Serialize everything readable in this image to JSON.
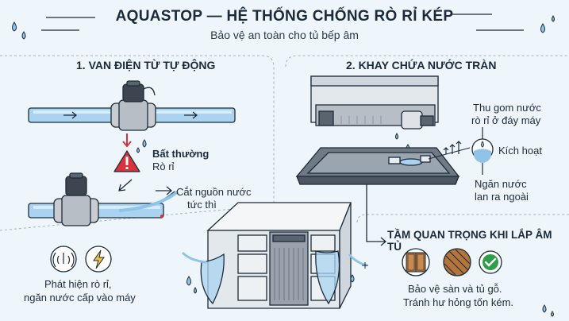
{
  "header": {
    "title": "AQUASTOP — HỆ THỐNG CHỐNG RÒ RỈ KÉP",
    "subtitle": "Bảo vệ an toàn cho tủ bếp âm"
  },
  "valve_section": {
    "title": "1. VAN ĐIỆN TỪ TỰ ĐỘNG",
    "alert_title": "Bất thường",
    "alert_sub": "Rò rỉ",
    "cutoff_line1": "Cắt nguồn nước",
    "cutoff_line2": "tức thì",
    "detect_line1": "Phát hiện rò rỉ,",
    "detect_line2": "ngăn nước cấp vào máy"
  },
  "tray_section": {
    "title": "2. KHAY CHỨA NƯỚC TRÀN",
    "collect_line1": "Thu gom nước",
    "collect_line2": "rò rỉ ở đáy máy",
    "trigger": "Kích hoạt",
    "prevent_line1": "Ngăn nước",
    "prevent_line2": "lan ra ngoài"
  },
  "importance": {
    "title": "TẦM QUAN TRỌNG KHI LẮP ÂM TỦ",
    "line1": "Bảo vệ sàn và tủ gỗ.",
    "line2": "Tránh hư hỏng tốn kém."
  },
  "colors": {
    "water": "#8fc3e8",
    "pipe": "#a9d3f0",
    "alert": "#d9323a",
    "check": "#2e9e4a",
    "wood": "#b5743a"
  }
}
